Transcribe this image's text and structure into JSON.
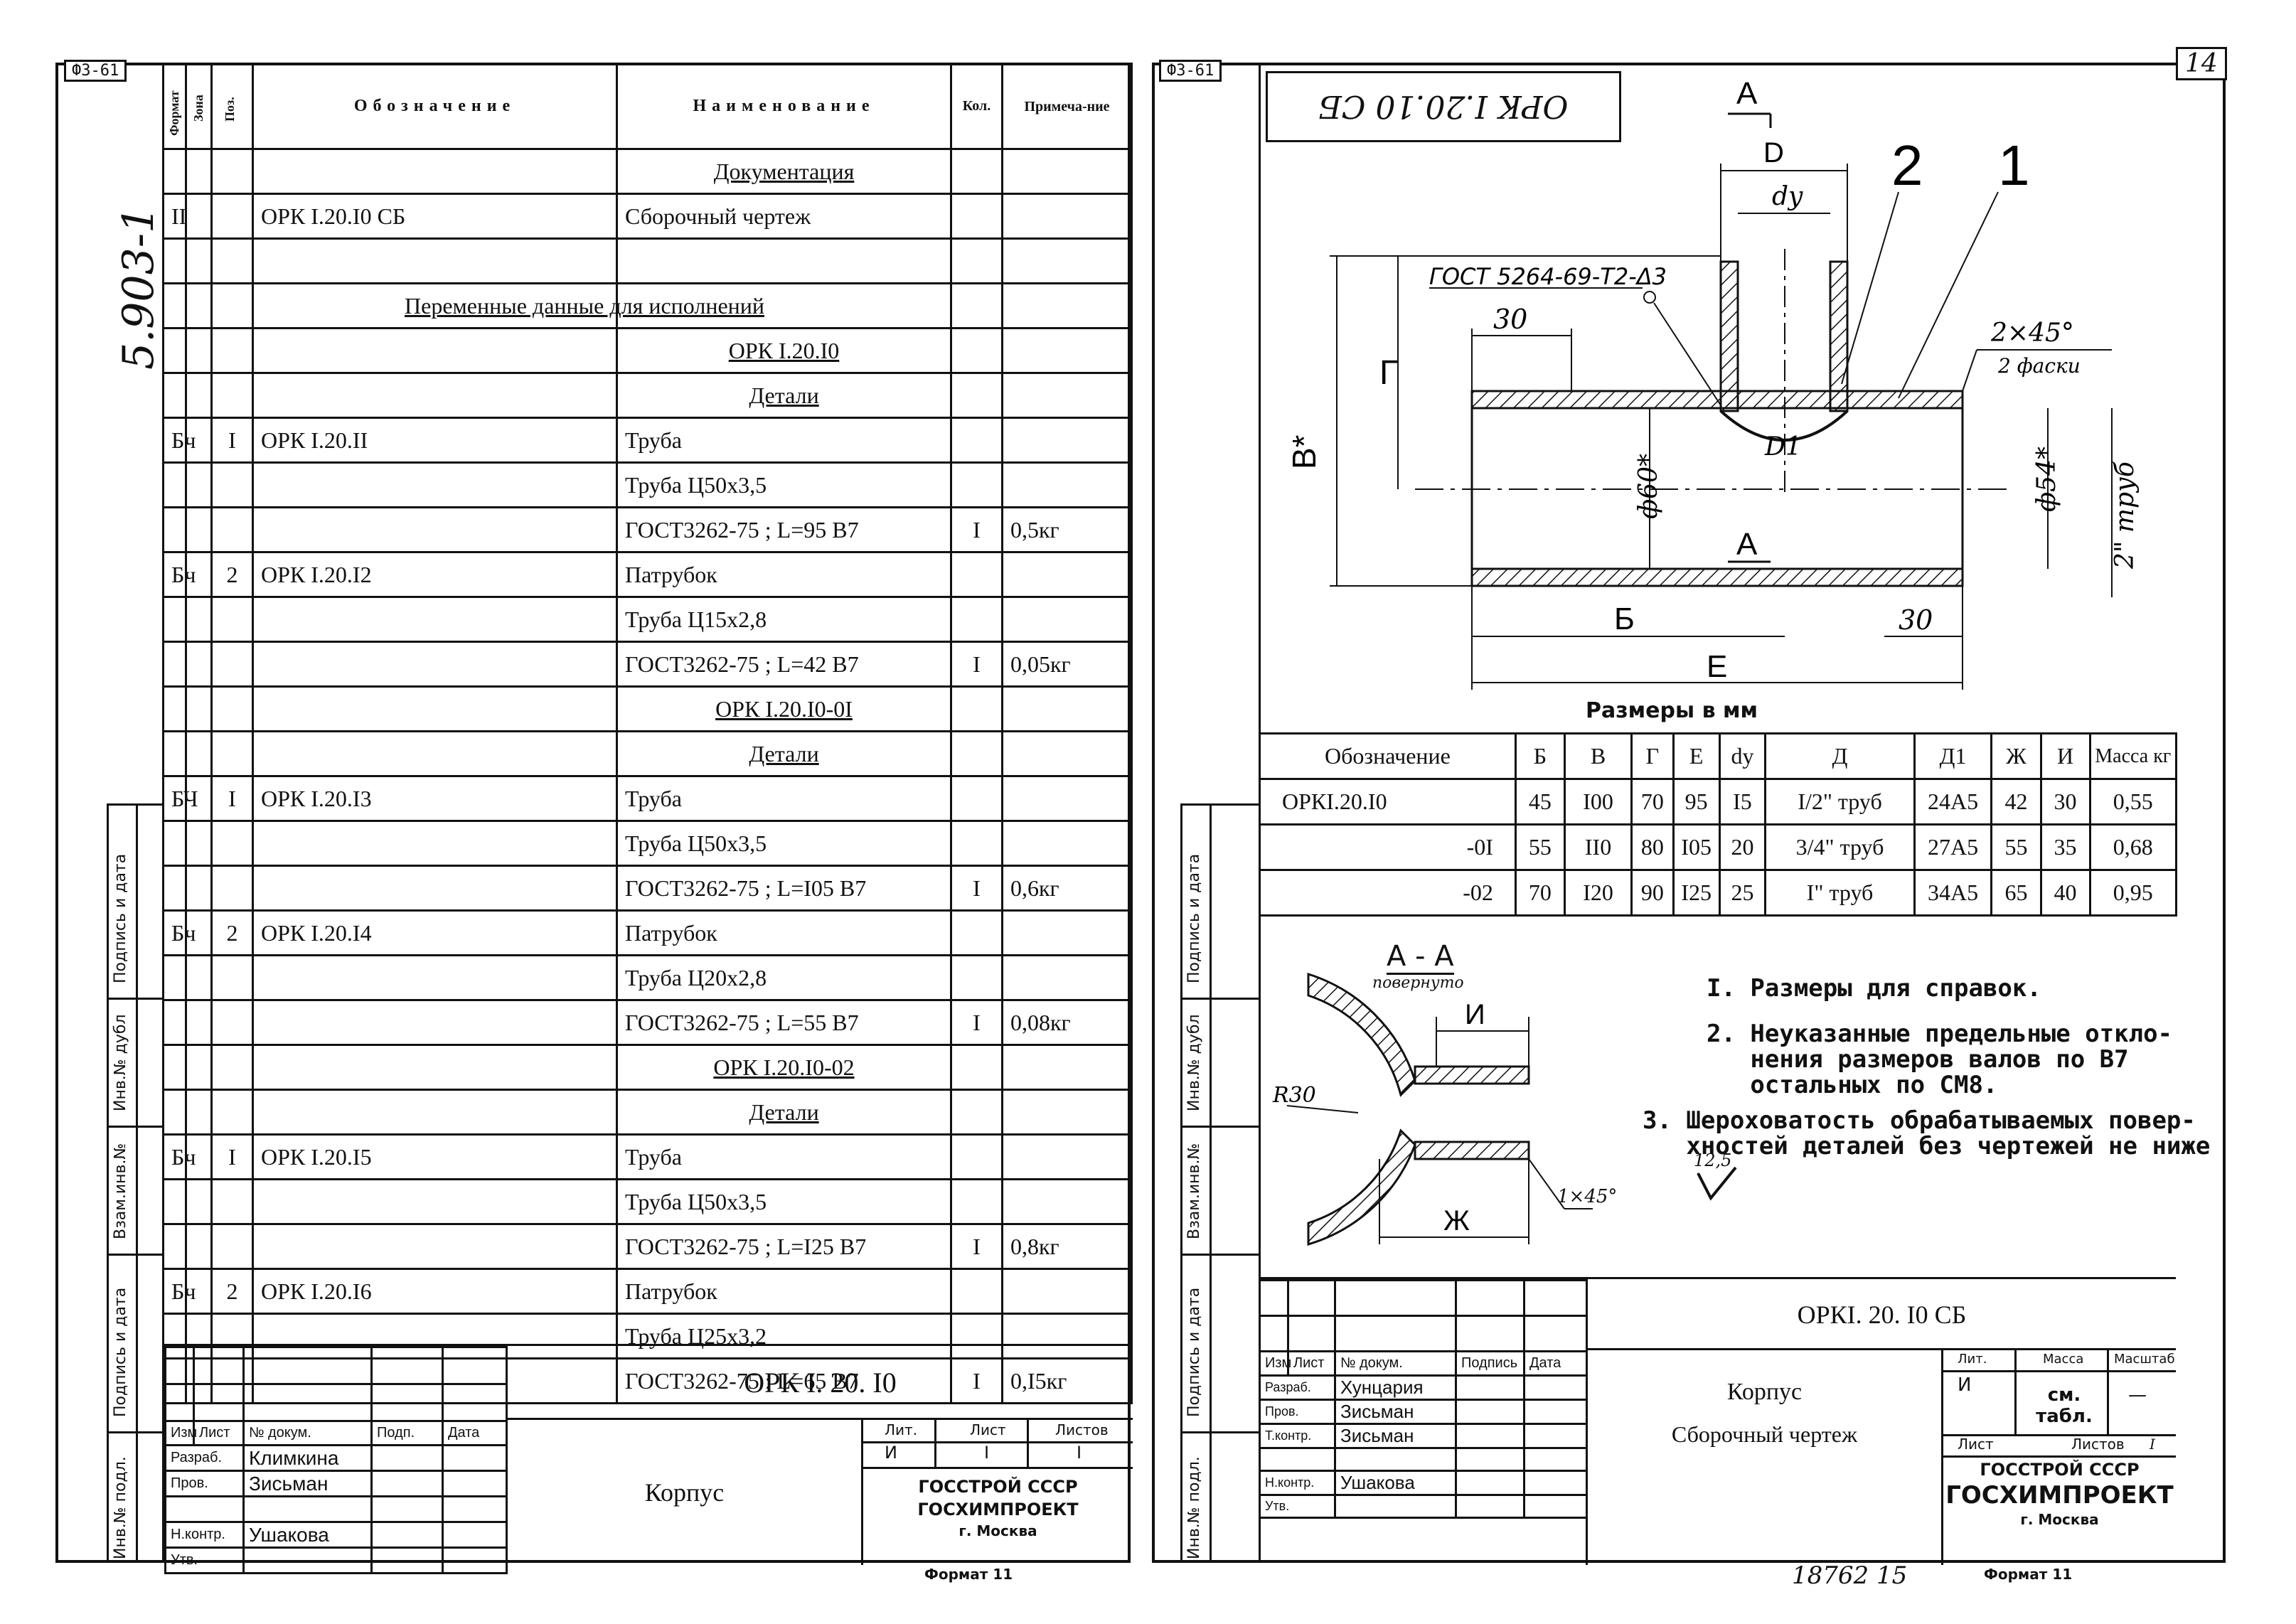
{
  "left_sheet": {
    "format_code": "Ф3-61",
    "margin_number": "5.903-1",
    "header": {
      "format": "Формат",
      "zone": "Зона",
      "pos": "Поз.",
      "designation": "Обозначение",
      "name": "Наименование",
      "qty": "Кол.",
      "note": "Примеча-ние"
    },
    "rows": [
      {
        "f": "",
        "p": "",
        "d": "",
        "n": "Документация",
        "q": "",
        "m": "",
        "u": true
      },
      {
        "f": "II",
        "p": "",
        "d": "ОРК I.20.I0 СБ",
        "n": "Сборочный чертеж",
        "q": "",
        "m": "",
        "u": false
      },
      {
        "f": "",
        "p": "",
        "d": "",
        "n": "",
        "q": "",
        "m": "",
        "u": false
      },
      {
        "f": "",
        "p": "",
        "d": "",
        "n": "Переменные данные для исполнений",
        "q": "",
        "m": "",
        "u": true,
        "wide": true
      },
      {
        "f": "",
        "p": "",
        "d": "",
        "n": "ОРК I.20.I0",
        "q": "",
        "m": "",
        "u": true
      },
      {
        "f": "",
        "p": "",
        "d": "",
        "n": "Детали",
        "q": "",
        "m": "",
        "u": true
      },
      {
        "f": "Бч",
        "p": "I",
        "d": "ОРК I.20.II",
        "n": "Труба",
        "q": "",
        "m": "",
        "u": false
      },
      {
        "f": "",
        "p": "",
        "d": "",
        "n": "Труба Ц50х3,5",
        "q": "",
        "m": "",
        "u": false
      },
      {
        "f": "",
        "p": "",
        "d": "",
        "n": "ГОСТ3262-75 ; L=95 B7",
        "q": "I",
        "m": "0,5кг",
        "u": false
      },
      {
        "f": "Бч",
        "p": "2",
        "d": "ОРК I.20.I2",
        "n": "Патрубок",
        "q": "",
        "m": "",
        "u": false
      },
      {
        "f": "",
        "p": "",
        "d": "",
        "n": "Труба Ц15х2,8",
        "q": "",
        "m": "",
        "u": false
      },
      {
        "f": "",
        "p": "",
        "d": "",
        "n": "ГОСТ3262-75 ; L=42 B7",
        "q": "I",
        "m": "0,05кг",
        "u": false
      },
      {
        "f": "",
        "p": "",
        "d": "",
        "n": "ОРК I.20.I0-0I",
        "q": "",
        "m": "",
        "u": true
      },
      {
        "f": "",
        "p": "",
        "d": "",
        "n": "Детали",
        "q": "",
        "m": "",
        "u": true
      },
      {
        "f": "БЧ",
        "p": "I",
        "d": "ОРК I.20.I3",
        "n": "Труба",
        "q": "",
        "m": "",
        "u": false
      },
      {
        "f": "",
        "p": "",
        "d": "",
        "n": "Труба Ц50х3,5",
        "q": "",
        "m": "",
        "u": false
      },
      {
        "f": "",
        "p": "",
        "d": "",
        "n": "ГОСТ3262-75 ; L=I05 B7",
        "q": "I",
        "m": "0,6кг",
        "u": false
      },
      {
        "f": "Бч",
        "p": "2",
        "d": "ОРК I.20.I4",
        "n": "Патрубок",
        "q": "",
        "m": "",
        "u": false
      },
      {
        "f": "",
        "p": "",
        "d": "",
        "n": "Труба Ц20х2,8",
        "q": "",
        "m": "",
        "u": false
      },
      {
        "f": "",
        "p": "",
        "d": "",
        "n": "ГОСТ3262-75 ; L=55 B7",
        "q": "I",
        "m": "0,08кг",
        "u": false
      },
      {
        "f": "",
        "p": "",
        "d": "",
        "n": "ОРК I.20.I0-02",
        "q": "",
        "m": "",
        "u": true
      },
      {
        "f": "",
        "p": "",
        "d": "",
        "n": "Детали",
        "q": "",
        "m": "",
        "u": true
      },
      {
        "f": "Бч",
        "p": "I",
        "d": "ОРК I.20.I5",
        "n": "Труба",
        "q": "",
        "m": "",
        "u": false
      },
      {
        "f": "",
        "p": "",
        "d": "",
        "n": "Труба Ц50х3,5",
        "q": "",
        "m": "",
        "u": false
      },
      {
        "f": "",
        "p": "",
        "d": "",
        "n": "ГОСТ3262-75 ; L=I25 B7",
        "q": "I",
        "m": "0,8кг",
        "u": false
      },
      {
        "f": "Бч",
        "p": "2",
        "d": "ОРК I.20.I6",
        "n": "Патрубок",
        "q": "",
        "m": "",
        "u": false
      },
      {
        "f": "",
        "p": "",
        "d": "",
        "n": "Труба Ц25х3,2",
        "q": "",
        "m": "",
        "u": false
      },
      {
        "f": "",
        "p": "",
        "d": "",
        "n": "ГОСТ3262-75 ; L=65 B7",
        "q": "I",
        "m": "0,I5кг",
        "u": false
      }
    ],
    "side_labels": [
      "Подпись и дата",
      "Инв.№ дубл",
      "Взам.инв.№",
      "Подпись и дата",
      "Инв.№ подл."
    ],
    "title_block": {
      "doc_code": "ОРК I. 20. I0",
      "cols": [
        "Изм",
        "Лист",
        "№ докум.",
        "Подп.",
        "Дата"
      ],
      "people": [
        {
          "role": "Разраб.",
          "name": "Климкина"
        },
        {
          "role": "Пров.",
          "name": "Зисьман"
        },
        {
          "role": "",
          "name": ""
        },
        {
          "role": "Н.контр.",
          "name": "Ушакова"
        },
        {
          "role": "Утв.",
          "name": ""
        }
      ],
      "part_name": "Корпус",
      "lit_label": "Лит.",
      "sheet_label": "Лист",
      "sheets_label": "Листов",
      "lit_value": "И",
      "sheet_value": "I",
      "sheets_value": "I",
      "org1": "ГОССТРОЙ СССР",
      "org2": "ГОСХИМПРОЕКТ",
      "city": "г. Москва",
      "format_note": "Формат 11"
    }
  },
  "right_sheet": {
    "format_code": "Ф3-61",
    "page_number": "14",
    "stamp_code": "ОРК I.20.10 СБ",
    "drawing_labels": {
      "section_mark": "А",
      "d_big": "D",
      "dy": "dy",
      "leader_2": "2",
      "leader_1": "1",
      "gost_weld": "ГОСТ 5264-69-Т2-Δ3",
      "dim_30_top": "30",
      "chamfer": "2×45°",
      "chamfer_note": "2 фаски",
      "g": "Г",
      "b_star": "В*",
      "d_60": "ф60*",
      "d1": "D1",
      "d_54": "ф54*",
      "pipe_2": "2\" труб",
      "dim_b": "Б",
      "dim_30_bot": "30",
      "dim_e": "Е"
    },
    "sizes_caption": "Размеры в мм",
    "table_header": [
      "Обозначение",
      "Б",
      "В",
      "Г",
      "Е",
      "dy",
      "Д",
      "Д1",
      "Ж",
      "И",
      "Масса кг"
    ],
    "table_rows": [
      [
        "ОРКI.20.I0",
        "45",
        "I00",
        "70",
        "95",
        "I5",
        "I/2\" труб",
        "24А5",
        "42",
        "30",
        "0,55"
      ],
      [
        "-0I",
        "55",
        "II0",
        "80",
        "I05",
        "20",
        "3/4\" труб",
        "27А5",
        "55",
        "35",
        "0,68"
      ],
      [
        "-02",
        "70",
        "I20",
        "90",
        "I25",
        "25",
        "I\" труб",
        "34А5",
        "65",
        "40",
        "0,95"
      ]
    ],
    "section": {
      "title": "А - А",
      "subtitle": "повернуто",
      "r": "R30",
      "i": "И",
      "zh": "Ж",
      "chamfer": "1×45°"
    },
    "notes": [
      "I. Размеры для справок.",
      "2. Неуказанные предельные откло-\n   нения размеров валов по B7\n   остальных по CM8.",
      "3. Шероховатость обрабатываемых повер-\n   хностей деталей без чертежей не ниже"
    ],
    "roughness": "12,5",
    "side_labels": [
      "Подпись и дата",
      "Инв.№ дубл",
      "Взам.инв.№",
      "Подпись и дата",
      "Инв.№ подл."
    ],
    "title_block": {
      "doc_code": "ОРКI. 20. I0 СБ",
      "cols": [
        "Изм",
        "Лист",
        "№ докум.",
        "Подпись",
        "Дата"
      ],
      "people": [
        {
          "role": "Разраб.",
          "name": "Хунцария"
        },
        {
          "role": "Пров.",
          "name": "Зисьман"
        },
        {
          "role": "Т.контр.",
          "name": "Зисьман"
        },
        {
          "role": "",
          "name": ""
        },
        {
          "role": "Н.контр.",
          "name": "Ушакова"
        },
        {
          "role": "Утв.",
          "name": ""
        }
      ],
      "title1": "Корпус",
      "title2": "Сборочный чертеж",
      "lit_label": "Лит.",
      "mass_label": "Масса",
      "scale_label": "Масштаб",
      "lit_value": "И",
      "mass_value": "см. табл.",
      "scale_value": "—",
      "sheet_label": "Лист",
      "sheets_label": "Листов",
      "sheets_value": "I",
      "org1": "ГОССТРОЙ СССР",
      "org2": "ГОСХИМПРОЕКТ",
      "city": "г. Москва",
      "format_note": "Формат 11",
      "archive_no": "18762 15"
    }
  }
}
